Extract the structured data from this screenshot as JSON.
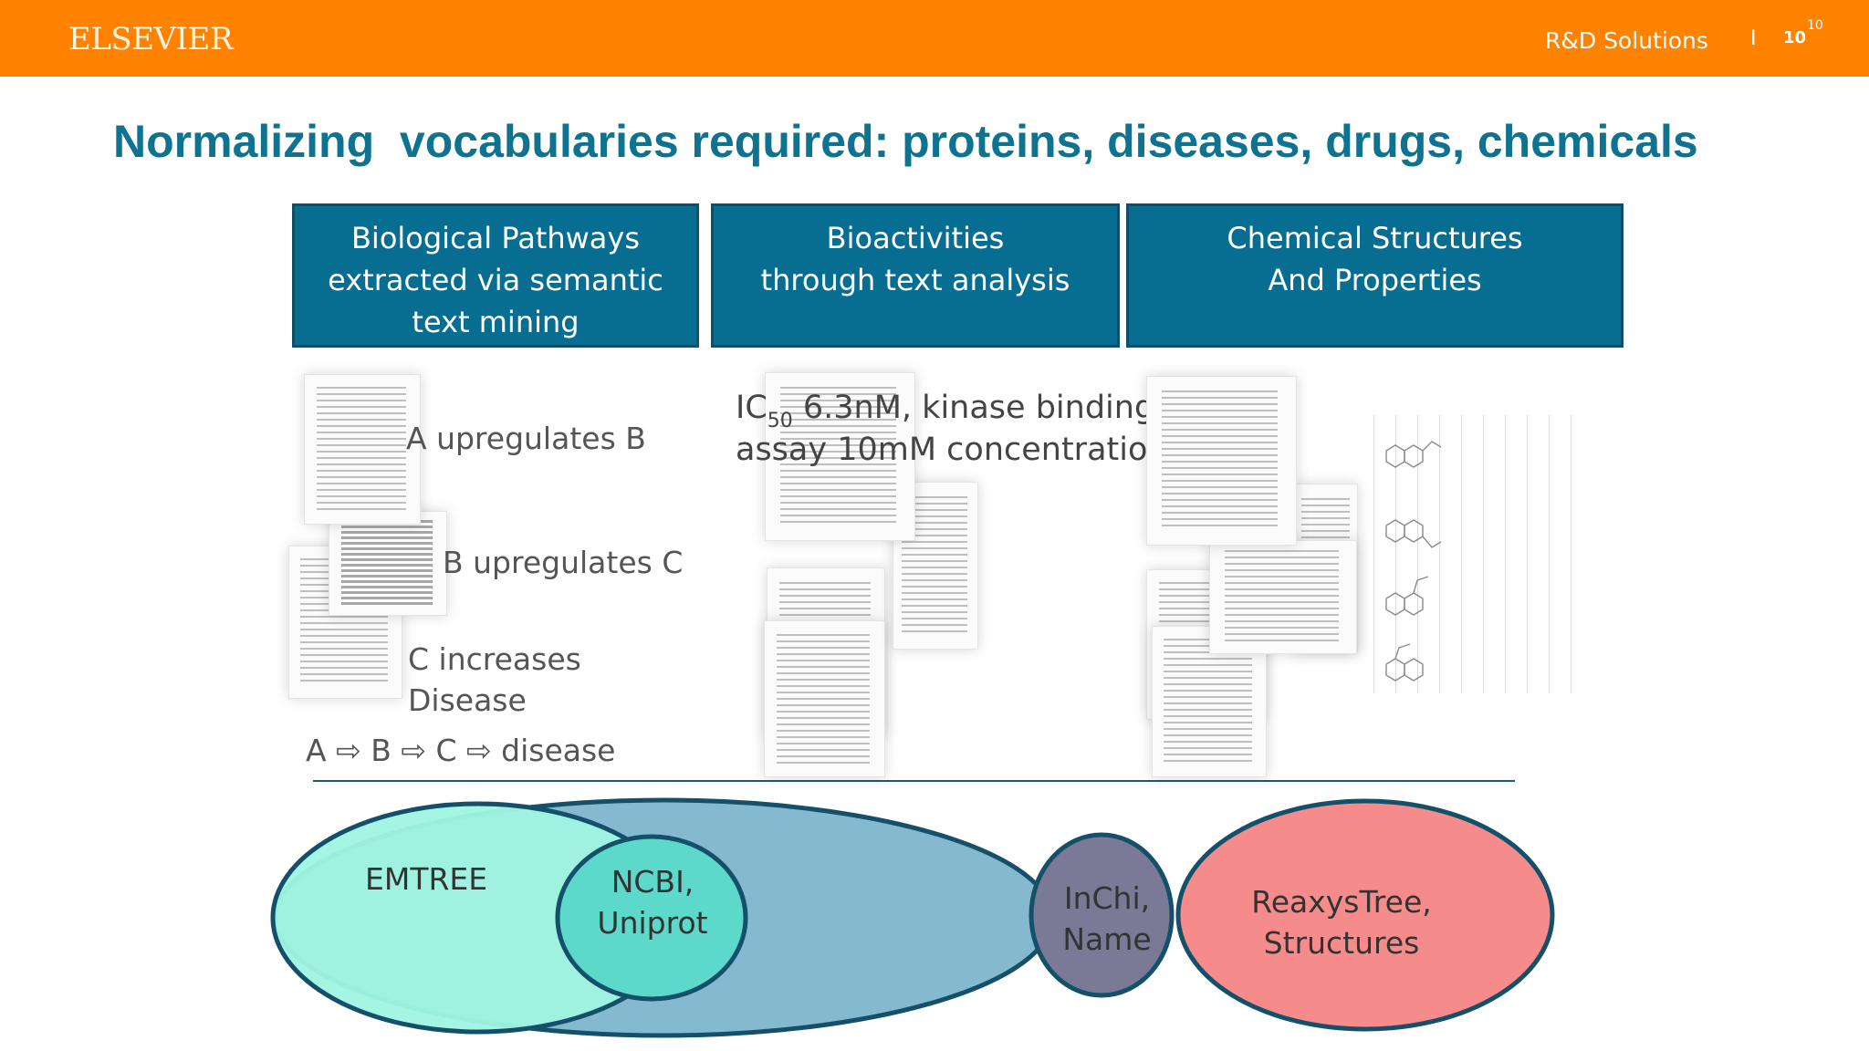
{
  "header": {
    "logo": "ELSEVIER",
    "division": "R&D Solutions",
    "separator": "I",
    "page_number": "10",
    "page_number_small": "10",
    "bar_color": "#ff8200"
  },
  "slide": {
    "title": "Normalizing  vocabularies required: proteins, diseases, drugs, chemicals",
    "title_color": "#0e7390"
  },
  "columns": [
    {
      "lines": [
        "Biological Pathways",
        "extracted via semantic",
        "text mining"
      ]
    },
    {
      "lines": [
        "Bioactivities",
        "through text analysis"
      ]
    },
    {
      "lines": [
        "Chemical Structures",
        "And Properties"
      ]
    }
  ],
  "pathway_labels": {
    "a_b": "A upregulates B",
    "b_c": "B upregulates C",
    "c_disease_1": "C increases",
    "c_disease_2": "Disease",
    "chain": "A ⇨ B ⇨ C ⇨ disease"
  },
  "bioactivity_text": {
    "ic": "IC",
    "ic_sub": "50",
    "line1_rest": " 6.3nM, kinase binding",
    "line2": "assay 10mM concentration"
  },
  "venn": {
    "left": {
      "label": "EMTREE",
      "color": "#a0f5e1"
    },
    "left_overlap": {
      "lines": [
        "NCBI,",
        "Uniprot"
      ],
      "color": "#5cd9cb"
    },
    "middle": {
      "color": "#84b9cf"
    },
    "right_overlap": {
      "lines": [
        "InChi,",
        "Name"
      ],
      "color": "#7a7996"
    },
    "right": {
      "lines": [
        "ReaxysTree,",
        "Structures"
      ],
      "color": "#f68b8b"
    },
    "outline_color": "#15506a"
  }
}
